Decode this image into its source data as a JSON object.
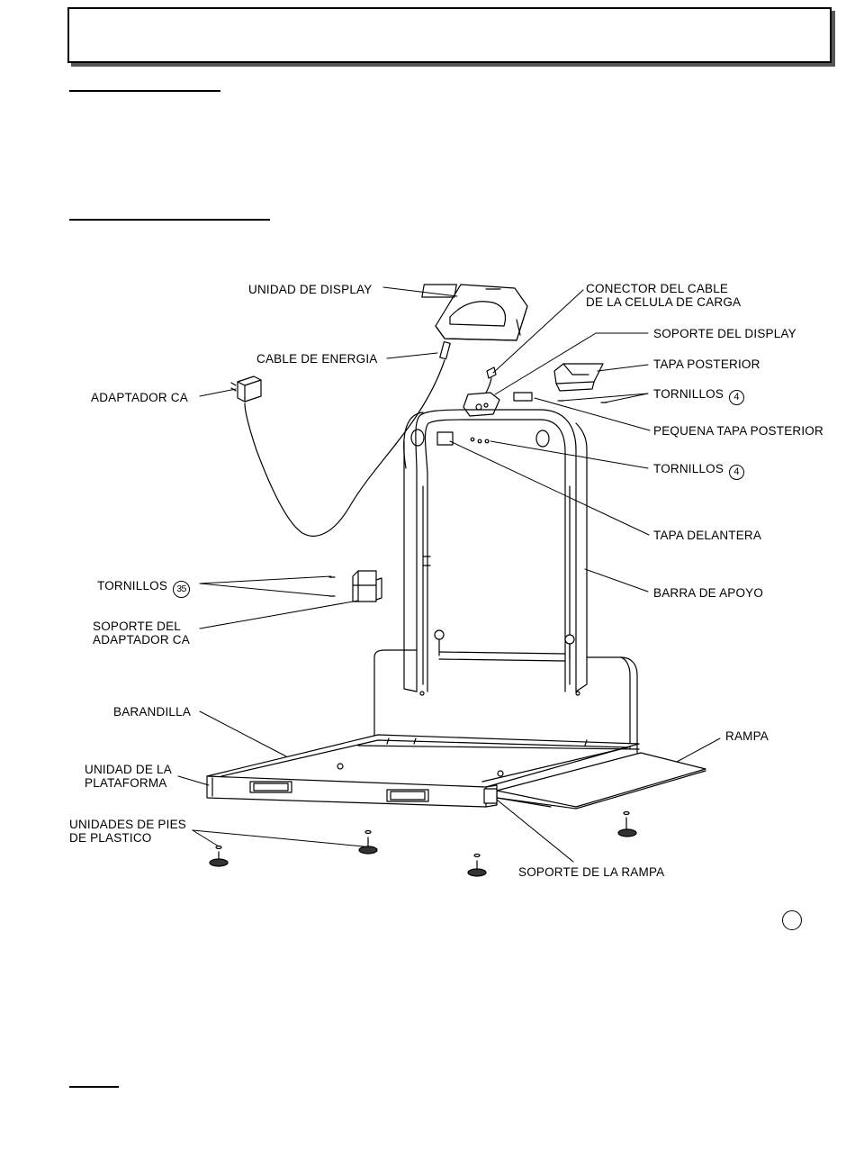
{
  "labels": {
    "unidad_display": "UNIDAD DE DISPLAY",
    "cable_energia": "CABLE DE ENERGIA",
    "adaptador_ca": "ADAPTADOR CA",
    "conector_line1": "CONECTOR DEL CABLE",
    "conector_line2": "DE LA CELULA DE CARGA",
    "soporte_display": "SOPORTE DEL DISPLAY",
    "tapa_posterior": "TAPA POSTERIOR",
    "tornillos_top": "TORNILLOS",
    "tornillos_top_count": "4",
    "pequena_tapa": "PEQUENA TAPA POSTERIOR",
    "tornillos_mid": "TORNILLOS",
    "tornillos_mid_count": "4",
    "tapa_delantera": "TAPA DELANTERA",
    "tornillos_left": "TORNILLOS",
    "tornillos_left_count": "35",
    "barra_apoyo": "BARRA DE APOYO",
    "soporte_adaptador_line1": "SOPORTE DEL",
    "soporte_adaptador_line2": "ADAPTADOR CA",
    "barandilla": "BARANDILLA",
    "rampa": "RAMPA",
    "unidad_plataforma_line1": "UNIDAD DE LA",
    "unidad_plataforma_line2": "PLATAFORMA",
    "pies_line1": "UNIDADES DE PIES",
    "pies_line2": "DE PLASTICO",
    "soporte_rampa": "SOPORTE DE LA RAMPA"
  }
}
